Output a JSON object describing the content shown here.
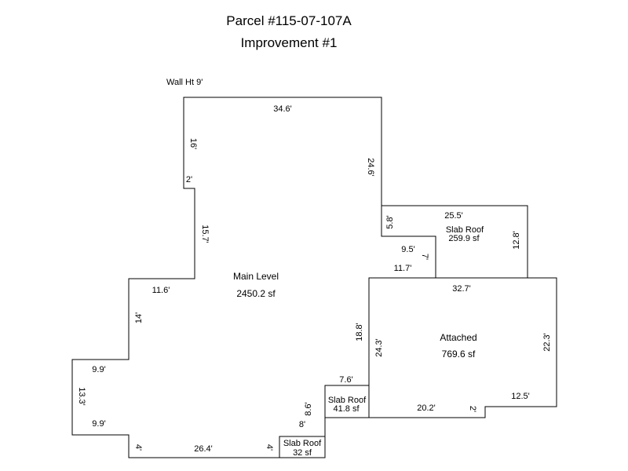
{
  "title": {
    "line1": "Parcel #115-07-107A",
    "line2": "Improvement #1"
  },
  "wall_height": "Wall Ht 9'",
  "areas": {
    "main_level": {
      "name": "Main Level",
      "size": "2450.2 sf"
    },
    "attached": {
      "name": "Attached",
      "size": "769.6 sf"
    },
    "slab_roof_upper": {
      "name": "Slab Roof",
      "size": "259.9 sf"
    },
    "slab_roof_middle": {
      "name": "Slab Roof",
      "size": "41.8 sf"
    },
    "slab_roof_lower": {
      "name": "Slab Roof",
      "size": "32 sf"
    }
  },
  "dimensions": {
    "main_top": "34.6'",
    "main_right_upper": "24.6'",
    "main_left_upper": "16'",
    "main_notch": "2'",
    "main_left_middle": "15.7'",
    "main_step": "11.6'",
    "main_left_lower": "14'",
    "wing_top": "9.9'",
    "wing_side": "13.3'",
    "wing_bottom": "9.9'",
    "bottom_left_drop": "4'",
    "main_bottom": "26.4'",
    "bottom_right_drop": "4'",
    "main_right_lower": "18.8'",
    "main_inner_8": "8'",
    "slab_mid_top": "7.6'",
    "slab_mid_side": "8.6'",
    "upper_drop": "5.8'",
    "upper_slab_top": "25.5'",
    "upper_slab_right": "12.8'",
    "upper_inner_95": "9.5'",
    "upper_inner_7": "7'",
    "upper_inner_117": "11.7'",
    "attached_top": "32.7'",
    "attached_left": "24.3'",
    "attached_right": "22.3'",
    "attached_step": "12.5'",
    "attached_notch": "2'",
    "attached_bottom": "20.2'"
  }
}
